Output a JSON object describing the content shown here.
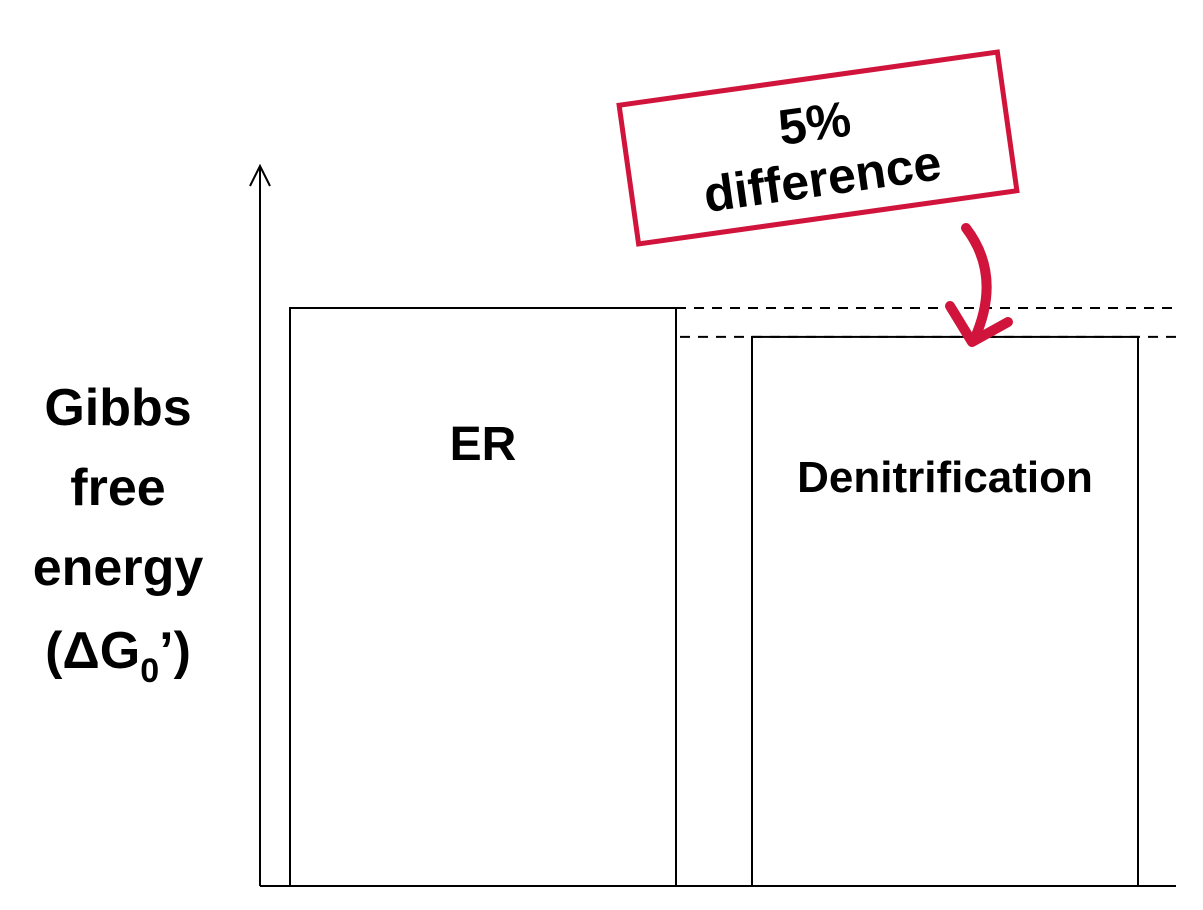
{
  "chart_data": {
    "type": "bar",
    "categories": [
      "ER",
      "Denitrification"
    ],
    "values": [
      100,
      95
    ],
    "ylabel_lines": [
      "Gibbs",
      "free",
      "energy"
    ],
    "ylabel_symbol": {
      "open": "(",
      "delta": "Δ",
      "letter": "G",
      "subscript": "0",
      "prime": "’)"
    },
    "ylim": [
      0,
      100
    ],
    "grid": false,
    "annotation": {
      "lines": [
        "5%",
        "difference"
      ],
      "color": "#d0143c"
    }
  }
}
